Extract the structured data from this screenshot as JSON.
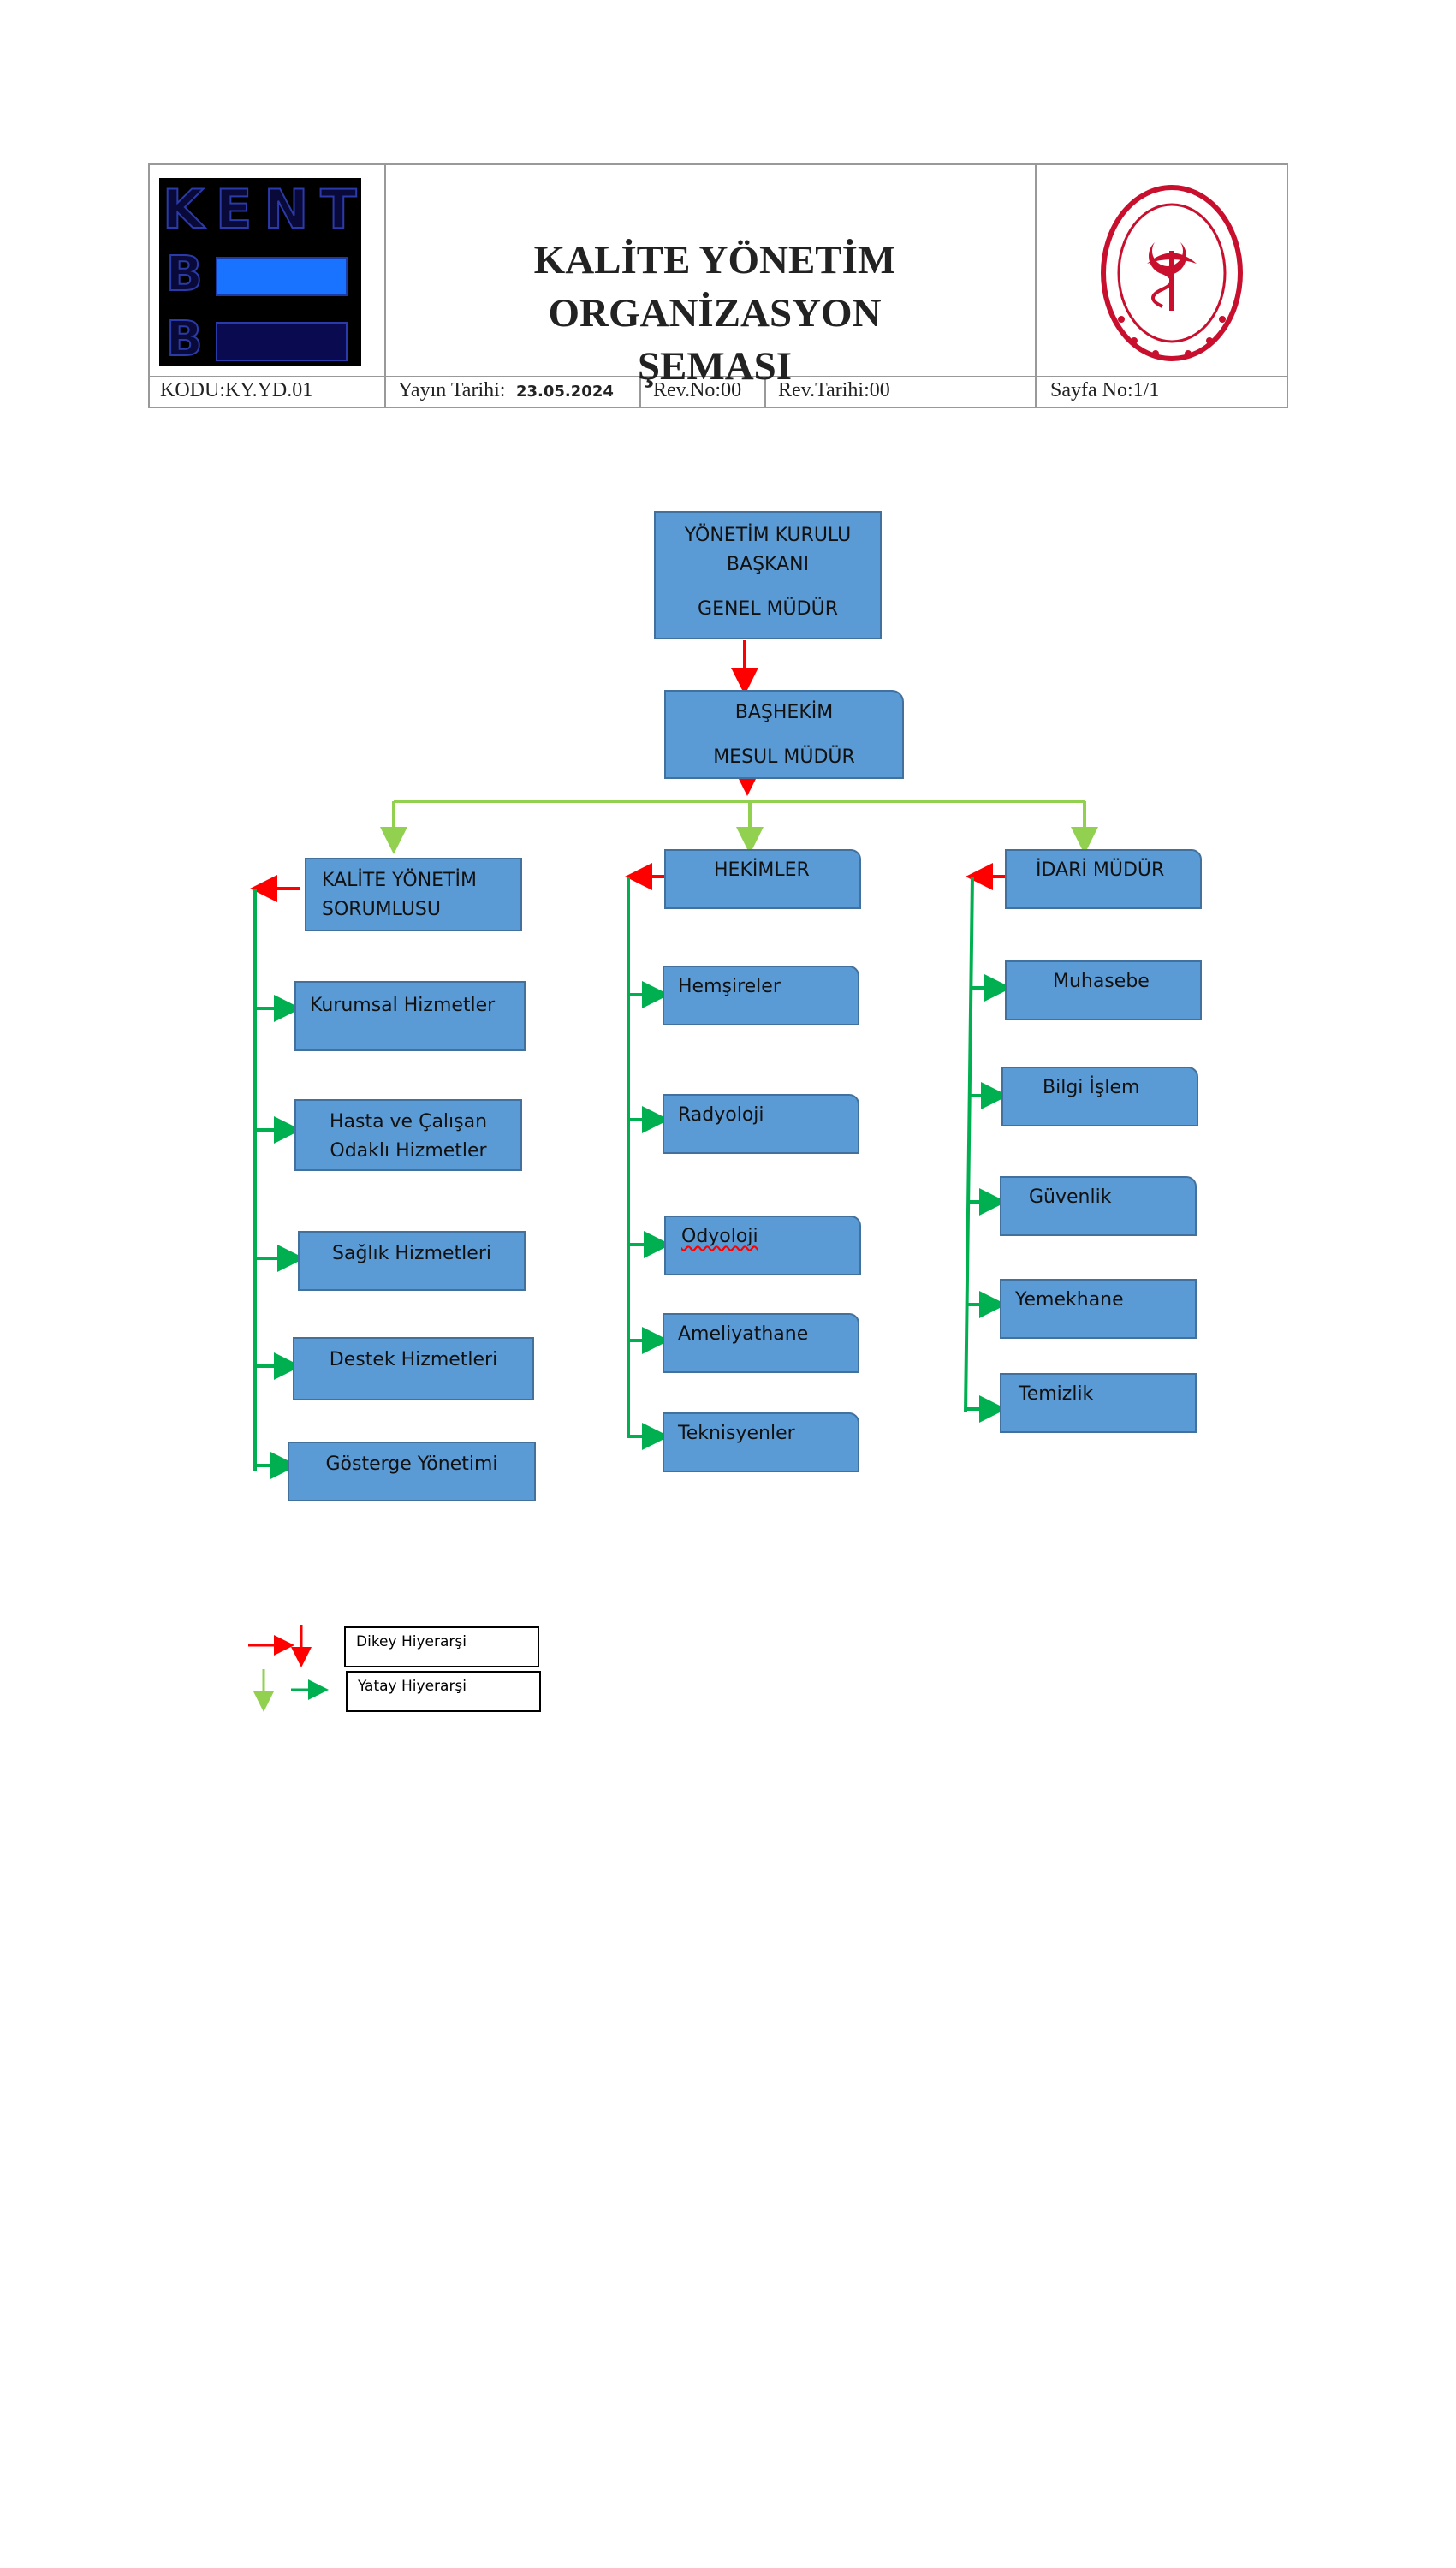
{
  "header": {
    "logo_letters": "KENT",
    "logo_b1": "B",
    "logo_b2": "B",
    "title_line1": "KALİTE YÖNETİM ORGANİZASYON",
    "title_line2": "ŞEMASI",
    "kodu": "KODU:KY.YD.01",
    "yayin_label": "Yayın Tarihi:",
    "yayin_date": "23.05.2024",
    "rev_no": "Rev.No:00",
    "rev_tarihi": "Rev.Tarihi:00",
    "sayfa": "Sayfa No:1/1"
  },
  "chart": {
    "top": {
      "line1": "YÖNETİM KURULU",
      "line2": "BAŞKANI",
      "line3": "GENEL MÜDÜR"
    },
    "second": {
      "line1": "BAŞHEKİM",
      "line2": "MESUL MÜDÜR"
    },
    "left": {
      "head_line1": "KALİTE YÖNETİM",
      "head_line2": "SORUMLUSU",
      "items": [
        "Kurumsal Hizmetler",
        "Hasta ve Çalışan",
        "Odaklı Hizmetler",
        "Sağlık Hizmetleri",
        "Destek Hizmetleri",
        "Gösterge Yönetimi"
      ]
    },
    "middle": {
      "head": "HEKİMLER",
      "items": [
        "Hemşireler",
        "Radyoloji",
        "Odyoloji",
        "Ameliyathane",
        "Teknisyenler"
      ]
    },
    "right": {
      "head": "İDARİ MÜDÜR",
      "items": [
        "Muhasebe",
        "Bilgi İşlem",
        "Güvenlik",
        "Yemekhane",
        "Temizlik"
      ]
    }
  },
  "legend": {
    "vertical": "Dikey Hiyerarşi",
    "horizontal": "Yatay Hiyerarşi"
  },
  "colors": {
    "box_fill": "#5b9bd5",
    "box_border": "#41719c",
    "vertical_arrow": "#ff0000",
    "horizontal_arrow": "#00b050",
    "light_green": "#92d050"
  }
}
